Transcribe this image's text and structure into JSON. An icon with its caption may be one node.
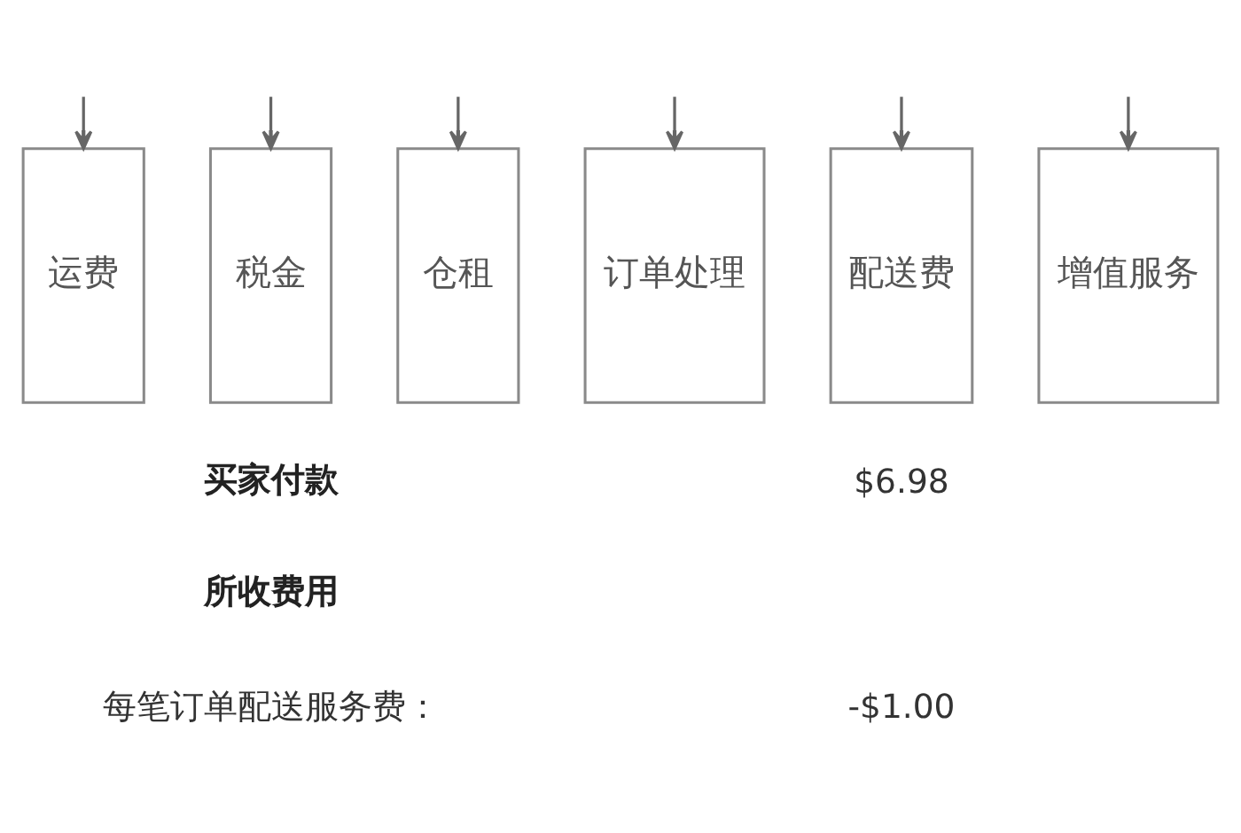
{
  "diagram": {
    "nodes": [
      {
        "text": [
          "运费"
        ]
      },
      {
        "text": [
          "税金"
        ]
      },
      {
        "text": [
          "仓租"
        ]
      },
      {
        "text": [
          "订单处理"
        ]
      },
      {
        "text": [
          "配送费"
        ]
      },
      {
        "text": [
          "增值服务"
        ]
      }
    ],
    "edges": [
      {
        "from": null,
        "to": 0,
        "arrow": "to"
      },
      {
        "from": null,
        "to": 1,
        "arrow": "to"
      },
      {
        "from": null,
        "to": 2,
        "arrow": "to"
      },
      {
        "from": null,
        "to": 3,
        "arrow": "to"
      },
      {
        "from": null,
        "to": 4,
        "arrow": "to"
      },
      {
        "from": null,
        "to": 5,
        "arrow": "to"
      }
    ],
    "labels": [
      "买家付款",
      "$6.98",
      "所收费用",
      "每笔订单配送服务费：",
      "-$1.00"
    ]
  }
}
